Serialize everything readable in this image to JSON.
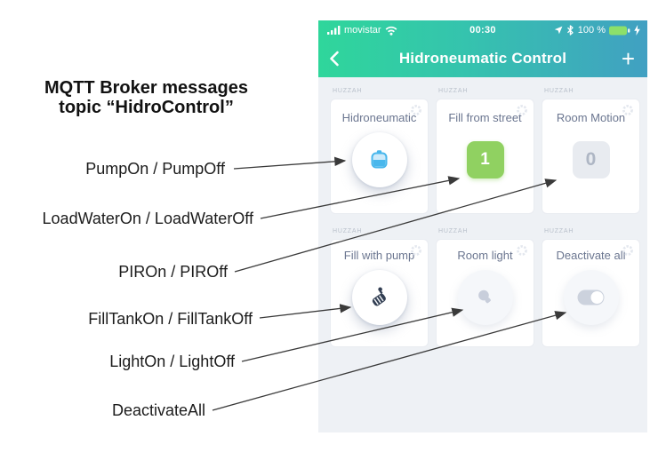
{
  "annotation": {
    "heading": {
      "line1": "MQTT Broker messages",
      "line2": "topic “HidroControl”"
    },
    "labels": [
      {
        "text": "PumpOn / PumpOff",
        "target_widget": "Hidroneumatic"
      },
      {
        "text": "LoadWaterOn / LoadWaterOff",
        "target_widget": "Fill from street"
      },
      {
        "text": "PIROn / PIROff",
        "target_widget": "Room Motion"
      },
      {
        "text": "FillTankOn / FillTankOff",
        "target_widget": "Fill with pump"
      },
      {
        "text": "LightOn / LightOff",
        "target_widget": "Room light"
      },
      {
        "text": "DeactivateAll",
        "target_widget": "Deactivate all"
      }
    ]
  },
  "phone": {
    "status_bar": {
      "carrier": "movistar",
      "time": "00:30",
      "battery_percent": "100 %",
      "icons": [
        "signal-bars-icon",
        "wifi-icon",
        "location-icon",
        "bluetooth-icon",
        "battery-icon",
        "charging-bolt-icon"
      ]
    },
    "nav_bar": {
      "back_icon": "chevron-left-icon",
      "title": "Hidroneumatic Control",
      "add_button": "+"
    },
    "widgets": [
      {
        "device": "HUZZAH",
        "title": "Hidroneumatic",
        "kind": "button",
        "icon": "water-tank-icon"
      },
      {
        "device": "HUZZAH",
        "title": "Fill from street",
        "kind": "value-display",
        "value": "1",
        "state": "on"
      },
      {
        "device": "HUZZAH",
        "title": "Room Motion",
        "kind": "value-display",
        "value": "0",
        "state": "off"
      },
      {
        "device": "HUZZAH",
        "title": "Fill with pump",
        "kind": "button",
        "icon": "pump-icon"
      },
      {
        "device": "HUZZAH",
        "title": "Room light",
        "kind": "button",
        "icon": "light-bulb-icon",
        "state": "off"
      },
      {
        "device": "HUZZAH",
        "title": "Deactivate all",
        "kind": "toggle",
        "icon": "toggle-icon",
        "state": "off"
      }
    ],
    "colors": {
      "header_gradient_start": "#2fd69b",
      "header_gradient_end": "#41a0c2",
      "body_background": "#eef1f5",
      "tile_background": "#ffffff",
      "active_green": "#90d161",
      "inactive_gray": "#e8ebf0",
      "widget_title_text": "#6b7690",
      "accent_blue": "#49b7ec",
      "battery_green": "#8ce06a"
    }
  }
}
